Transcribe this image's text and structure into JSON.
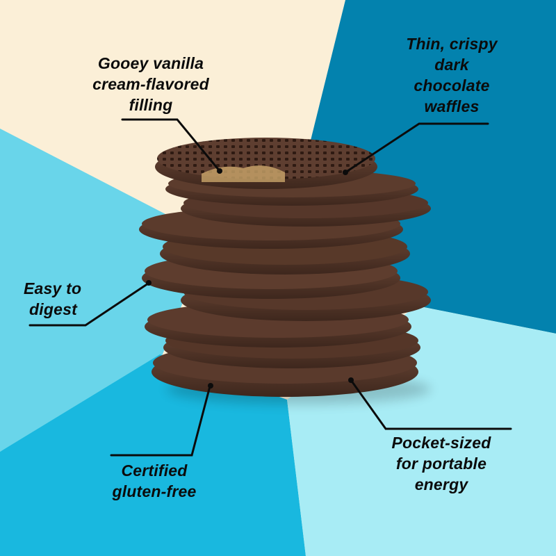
{
  "image": {
    "subject": "stack of dark chocolate waffle cookies",
    "background_colors": {
      "cream": "#FBEFD7",
      "dark_blue": "#0382AE",
      "light_cyan": "#69D5EA",
      "medium_cyan": "#19B8DF",
      "pale_cyan": "#A8ECF5"
    },
    "waffle_color": "#5A3A2C",
    "callout_line_color": "#0b0b0b"
  },
  "callouts": [
    {
      "id": "filling",
      "lines": [
        "Gooey vanilla",
        "cream-flavored",
        "filling"
      ]
    },
    {
      "id": "waffles",
      "lines": [
        "Thin, crispy",
        "dark",
        "chocolate",
        "waffles"
      ]
    },
    {
      "id": "digest",
      "lines": [
        "Easy to",
        "digest"
      ]
    },
    {
      "id": "gluten",
      "lines": [
        "Certified",
        "gluten-free"
      ]
    },
    {
      "id": "pocket",
      "lines": [
        "Pocket-sized",
        "for portable",
        "energy"
      ]
    }
  ]
}
